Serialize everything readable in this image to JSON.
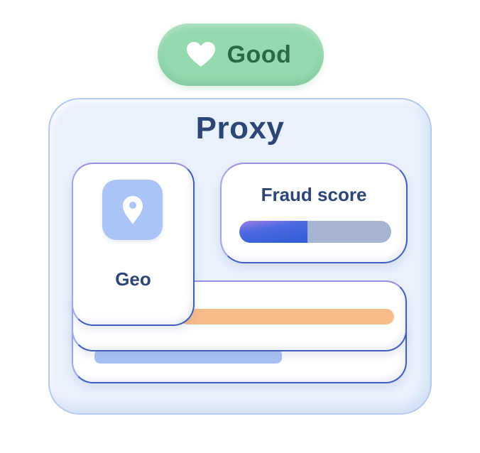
{
  "status": {
    "label": "Good",
    "icon": "heart-icon",
    "color": "#95d9ae",
    "text_color": "#2a6a40"
  },
  "panel": {
    "title": "Proxy",
    "background": "#e9f1fd"
  },
  "geo": {
    "label": "Geo",
    "icon": "map-pin-icon",
    "icon_bg": "#aac4f6"
  },
  "fraud_score": {
    "label": "Fraud score",
    "progress_percent": 45,
    "fill_color": "#2f5cd6",
    "track_color": "#a6b4d1"
  },
  "stack": {
    "front_bar_color": "#f7bd8b",
    "back_bar_color": "#a8c1f3"
  }
}
